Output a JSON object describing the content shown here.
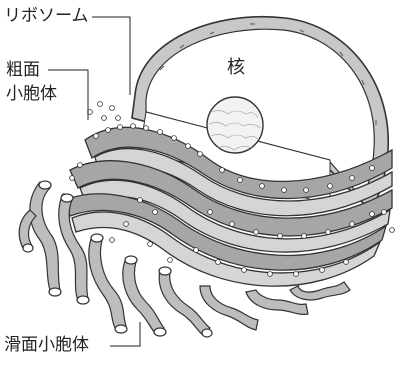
{
  "labels": {
    "ribosome": "リボソーム",
    "rough_er_line1": "粗面",
    "rough_er_line2": "小胞体",
    "smooth_er": "滑面小胞体",
    "nucleus": "核"
  },
  "colors": {
    "ink": "#222222",
    "membrane_fill": "#9e9e9e",
    "lumen_fill": "#d9d9d9",
    "nucleus_fill": "#ffffff"
  }
}
